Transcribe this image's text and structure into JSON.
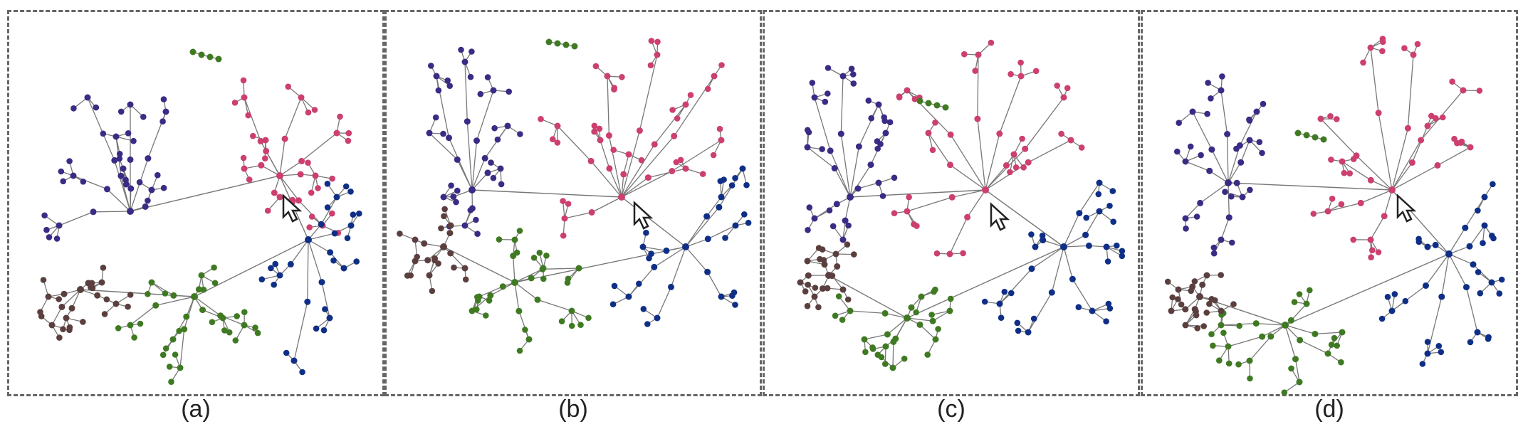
{
  "colors": {
    "pink": "#cc3f6f",
    "purple": "#3b2b85",
    "blue": "#0f2f87",
    "green": "#3f7a22",
    "brown": "#5b3f3f",
    "edge": "#777777"
  },
  "panels": [
    {
      "label": "(a)"
    },
    {
      "label": "(b)"
    },
    {
      "label": "(c)"
    },
    {
      "label": "(d)"
    }
  ],
  "icons": {
    "cursor": "mouse-pointer-icon"
  }
}
